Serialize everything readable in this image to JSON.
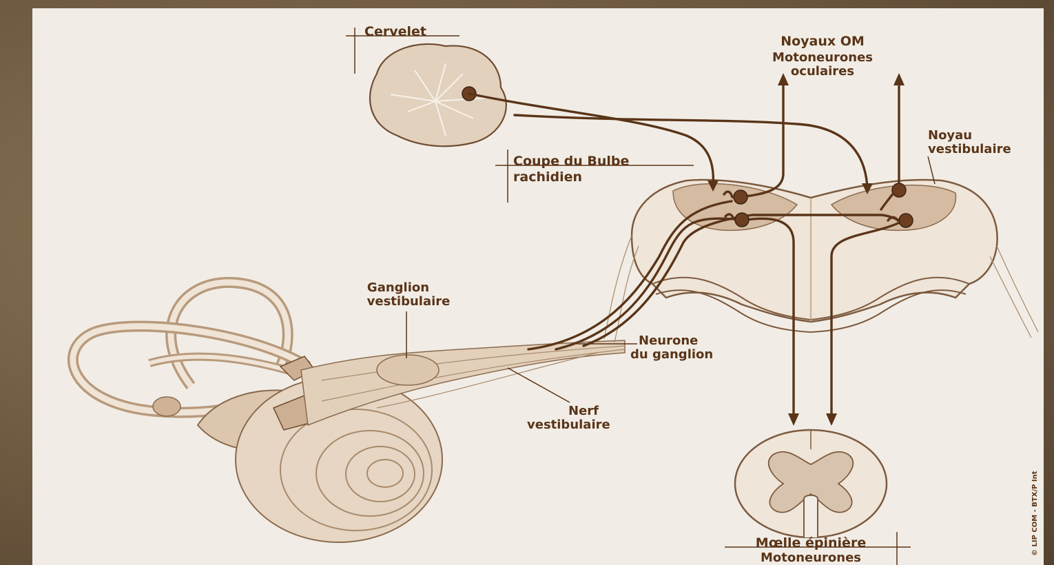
{
  "labels": {
    "cervelet": "Cervelet",
    "noyaux_om": "Noyaux OM",
    "motoneurones_oculaires_1": "Motoneurones",
    "motoneurones_oculaires_2": "oculaires",
    "noyau_vestibulaire_1": "Noyau",
    "noyau_vestibulaire_2": "vestibulaire",
    "coupe_bulbe_1": "Coupe du Bulbe",
    "coupe_bulbe_2": "rachidien",
    "ganglion_1": "Ganglion",
    "ganglion_2": "vestibulaire",
    "neurone_ganglion_1": "Neurone",
    "neurone_ganglion_2": "du ganglion",
    "nerf_1": "Nerf",
    "nerf_2": "vestibulaire",
    "moelle_1": "Mœlle épinière",
    "moelle_2": "Motoneurones",
    "credit": "© LIP COM - BTX/P Int"
  },
  "colors": {
    "ink": "#5a3418",
    "paper": "#f1ede6",
    "tissue": "#d8c4ae",
    "frame": "#6f5a41"
  }
}
